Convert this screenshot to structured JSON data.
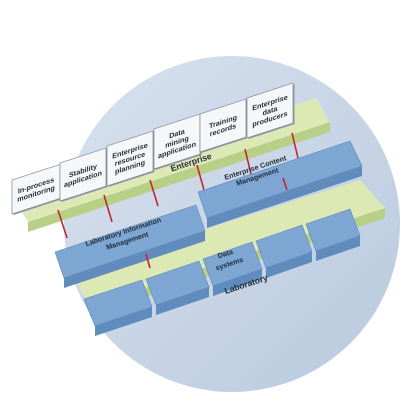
{
  "diagram": {
    "colors": {
      "circle": "#c9d6e7",
      "green_face": "#dce9b5",
      "green_side": "#b7cf86",
      "blue_face": "#7ea6d3",
      "blue_side": "#5f8bbd",
      "card": "#f6f7f8",
      "connector": "#c3262e"
    },
    "applications": [
      {
        "id": "in-process-monitoring",
        "lines": [
          "In-process",
          "monitoring"
        ]
      },
      {
        "id": "stability-application",
        "lines": [
          "Stability",
          "application"
        ]
      },
      {
        "id": "enterprise-resource-planning",
        "lines": [
          "Enterprise",
          "resource",
          "planning"
        ]
      },
      {
        "id": "data-mining-application",
        "lines": [
          "Data",
          "mining",
          "application"
        ]
      },
      {
        "id": "training-records",
        "lines": [
          "Training",
          "records"
        ]
      },
      {
        "id": "enterprise-data-producers",
        "lines": [
          "Enterprise",
          "data",
          "producers"
        ]
      }
    ],
    "tiers": {
      "enterprise": "Enterprise",
      "laboratory": "Laboratory"
    },
    "systems": {
      "ecm": [
        "Enterprise Content",
        "Management"
      ],
      "lims": [
        "Laboratory Information",
        "Management"
      ],
      "data": [
        "Data",
        "systems"
      ]
    }
  }
}
